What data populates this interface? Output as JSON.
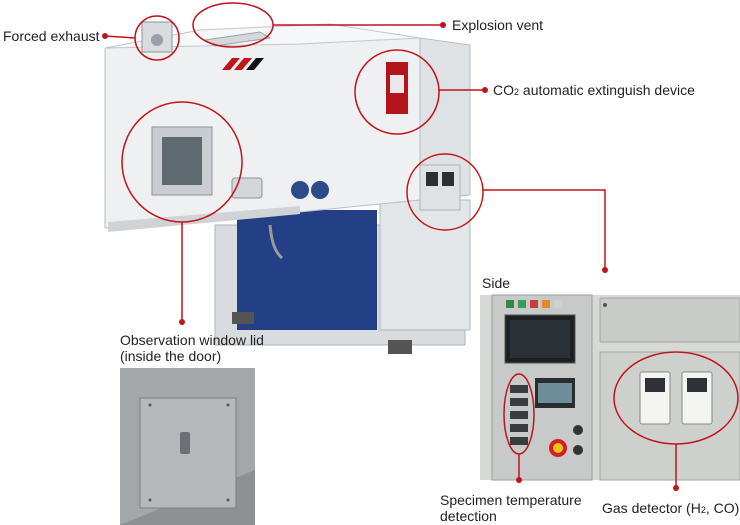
{
  "callouts": {
    "forced_exhaust": "Forced exhaust",
    "explosion_vent": "Explosion vent",
    "co2_prefix": "CO",
    "co2_sub": "2",
    "co2_suffix": " automatic extinguish device",
    "side": "Side",
    "observation_line1": "Observation window lid",
    "observation_line2": "(inside the door)",
    "specimen_line1": "Specimen temperature",
    "specimen_line2": "detection",
    "gas_prefix": "Gas detector (H",
    "gas_sub": "2",
    "gas_mid": ", CO)"
  },
  "colors": {
    "callout_red": "#c0141c",
    "chamber_white": "#eef0f1",
    "panel_blue": "#233f86",
    "frame_grey": "#c9cdd1"
  },
  "icons": {
    "logo": "manufacturer-logo-icon"
  }
}
